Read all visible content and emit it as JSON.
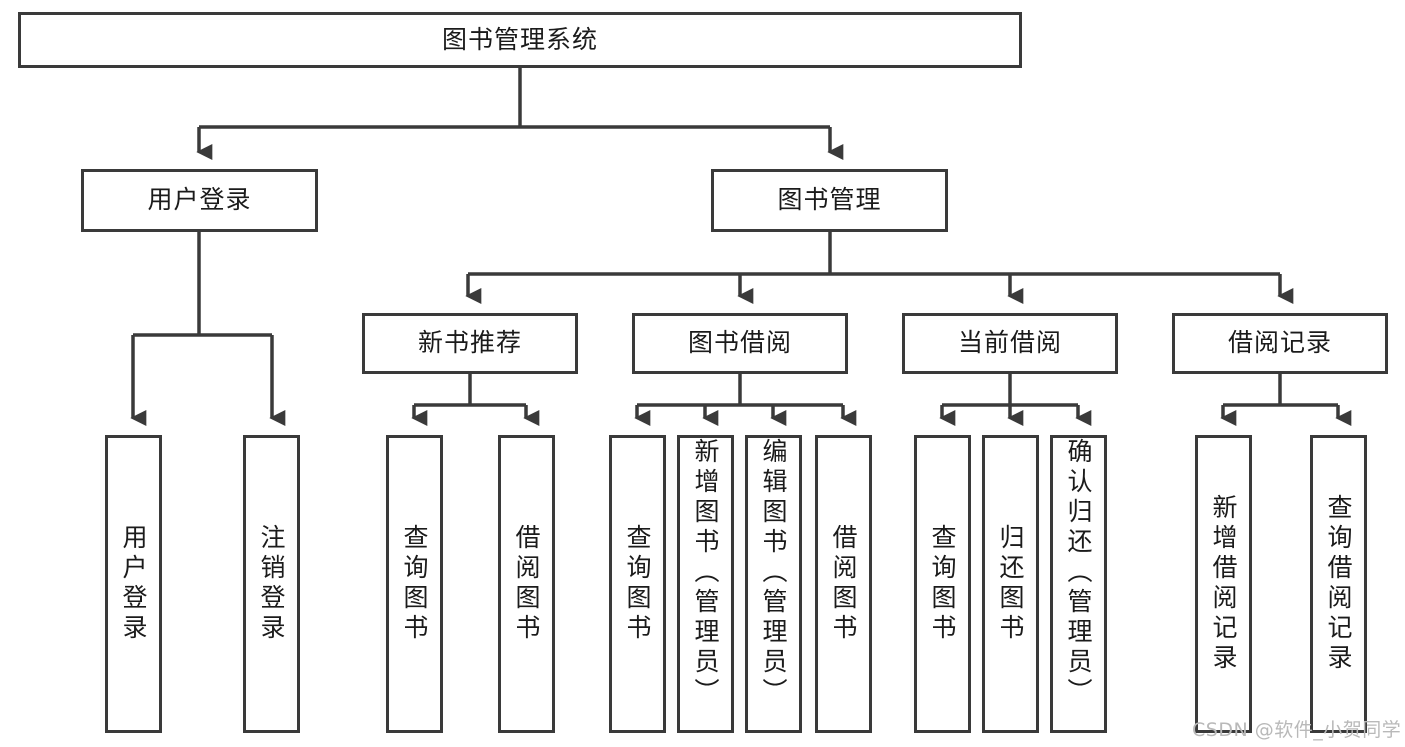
{
  "diagram": {
    "title": "图书管理系统",
    "watermark": "CSDN @软件_小贺同学",
    "line_color": "#3a3a3a",
    "text_color": "#1b1b1b",
    "background": "#ffffff",
    "root": {
      "label": "图书管理系统"
    },
    "level2": [
      {
        "label": "用户登录"
      },
      {
        "label": "图书管理"
      }
    ],
    "level3": [
      {
        "label": "新书推荐"
      },
      {
        "label": "图书借阅"
      },
      {
        "label": "当前借阅"
      },
      {
        "label": "借阅记录"
      }
    ],
    "leaves": {
      "user_login": [
        {
          "label": "用户登录"
        },
        {
          "label": "注销登录"
        }
      ],
      "new_book": [
        {
          "label": "查询图书"
        },
        {
          "label": "借阅图书"
        }
      ],
      "book_borrow": [
        {
          "label": "查询图书"
        },
        {
          "label": "新增图书（管理员）"
        },
        {
          "label": "编辑图书（管理员）"
        },
        {
          "label": "借阅图书"
        }
      ],
      "current_borrow": [
        {
          "label": "查询图书"
        },
        {
          "label": "归还图书"
        },
        {
          "label": "确认归还（管理员）"
        }
      ],
      "borrow_record": [
        {
          "label": "新增借阅记录"
        },
        {
          "label": "查询借阅记录"
        }
      ]
    }
  }
}
